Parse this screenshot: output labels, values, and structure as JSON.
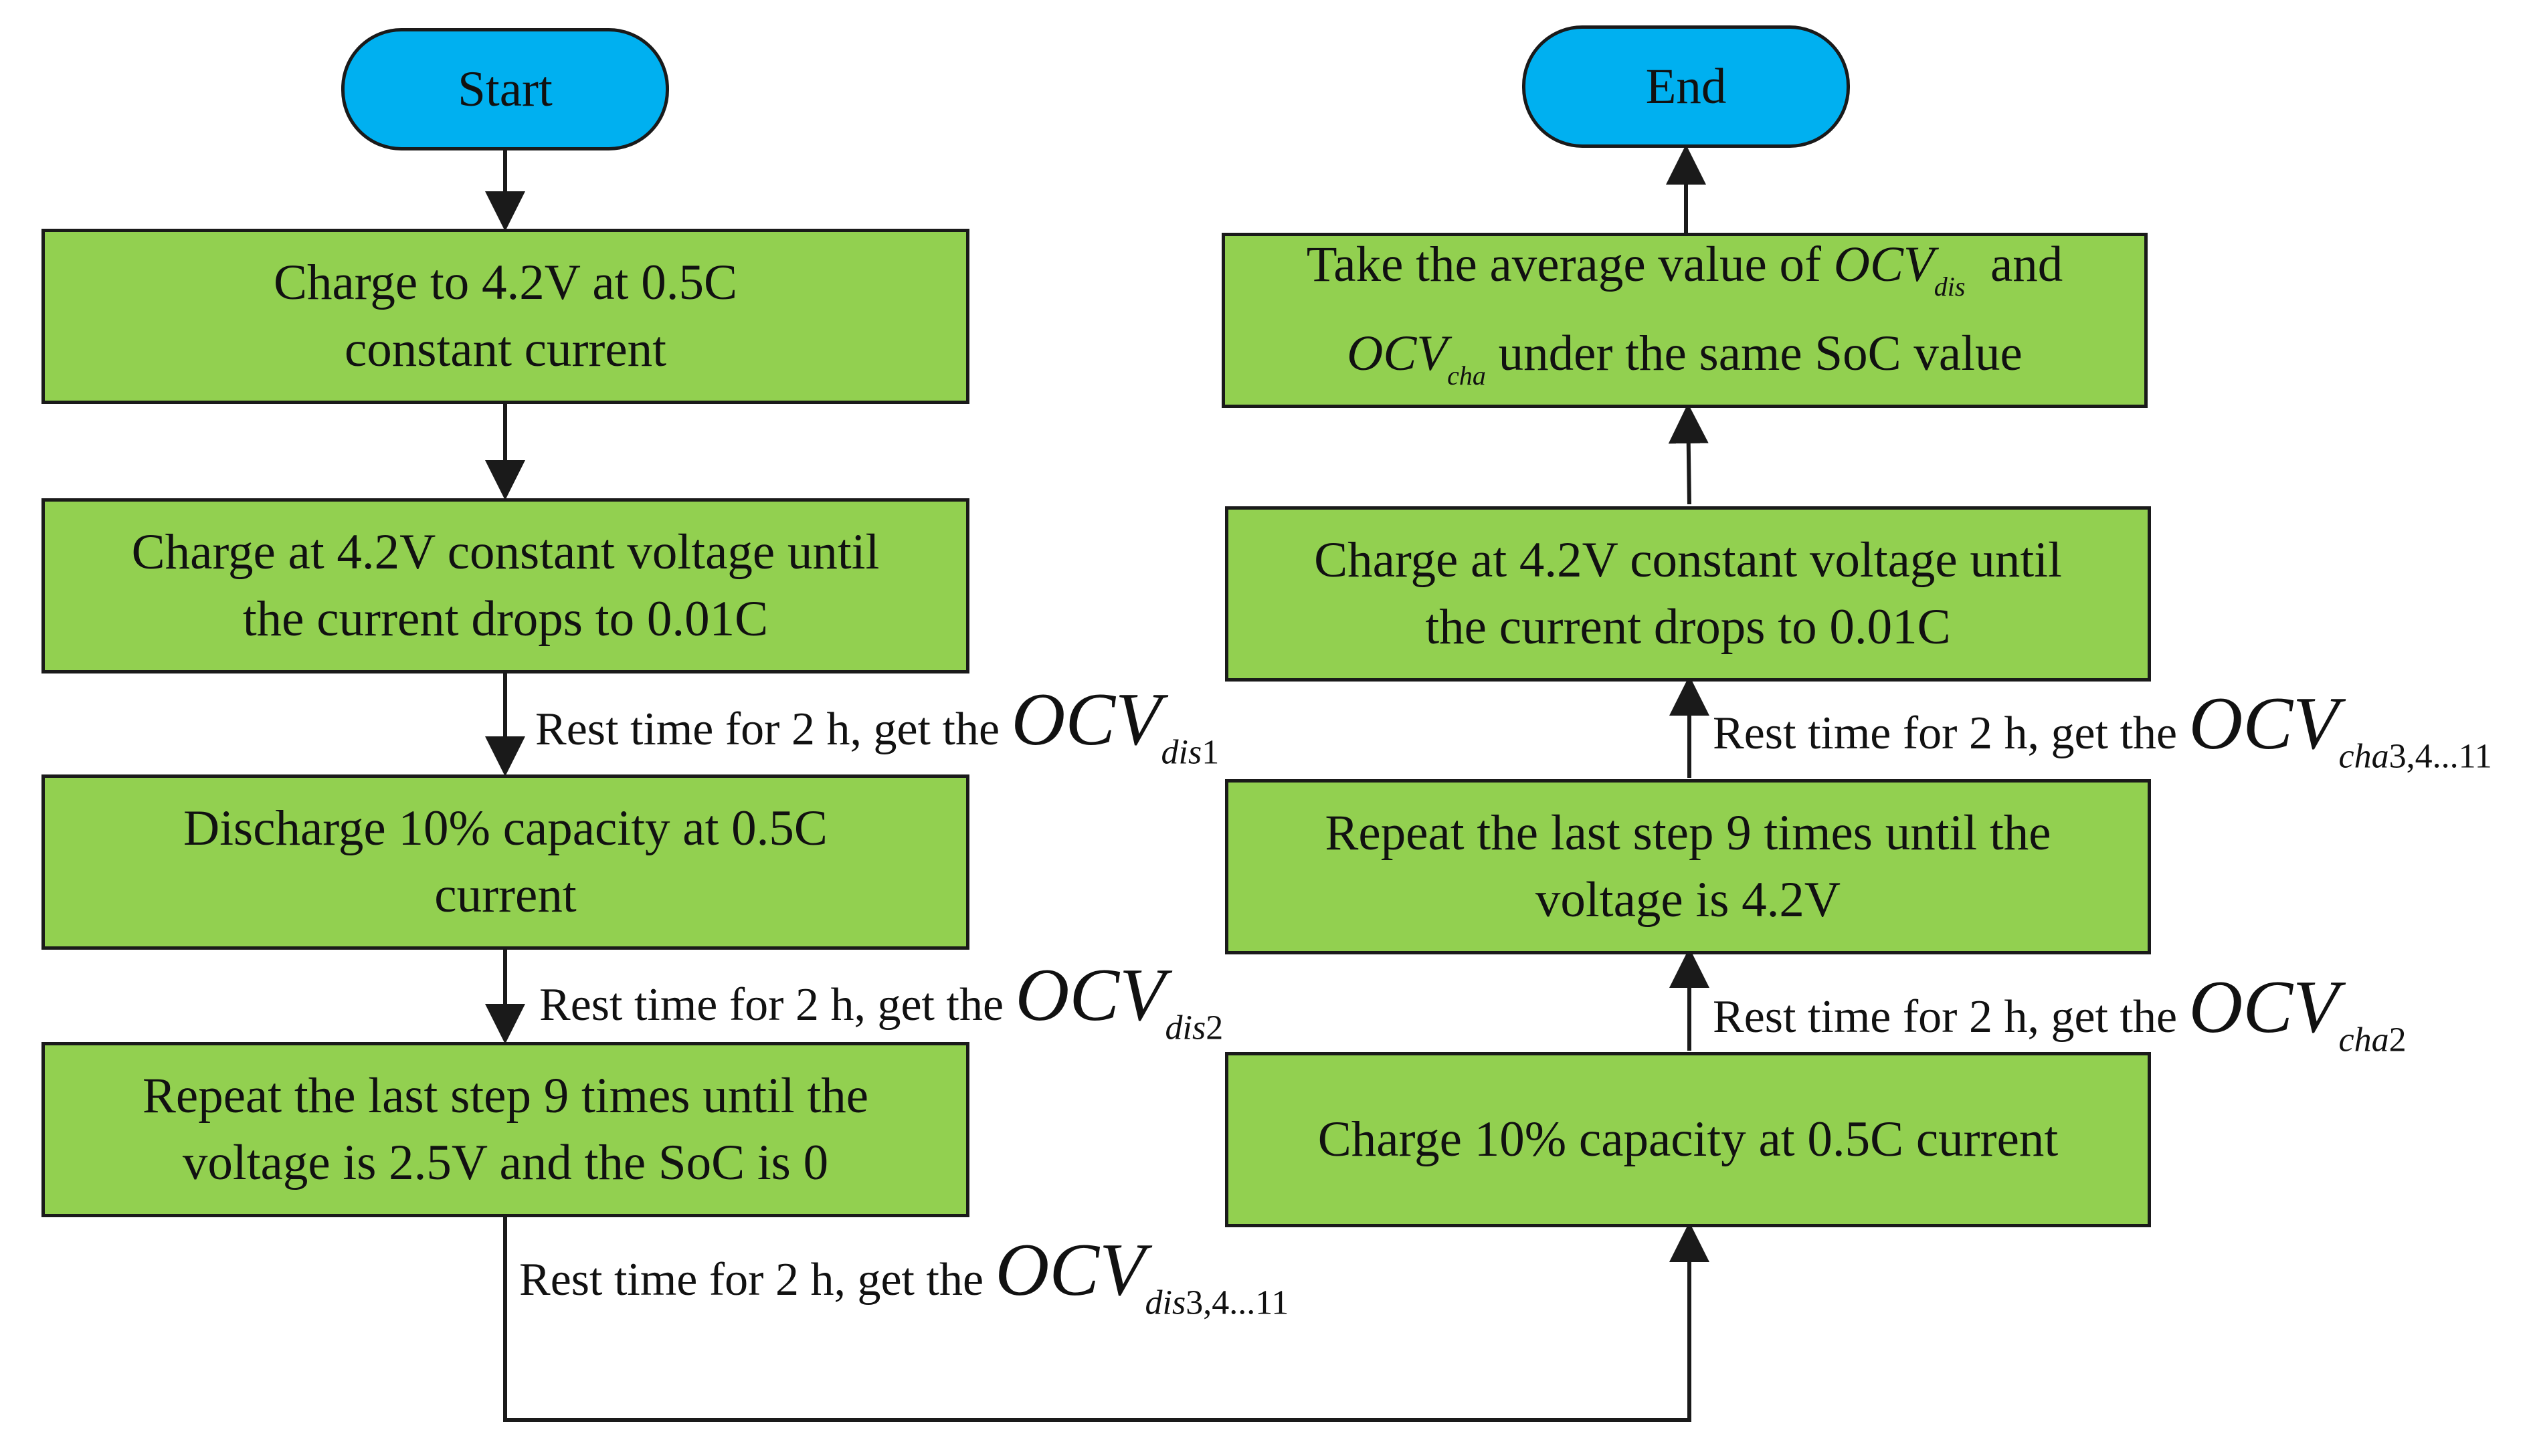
{
  "start": "Start",
  "end": "End",
  "left_steps": [
    {
      "line1": "Charge to 4.2V at 0.5C",
      "line2": "constant current"
    },
    {
      "line1": "Charge at 4.2V constant voltage until",
      "line2": "the current drops to 0.01C"
    },
    {
      "line1": "Discharge 10% capacity at 0.5C",
      "line2": "current"
    },
    {
      "line1": "Repeat the last step 9 times until the",
      "line2": "voltage is 2.5V and the SoC is 0"
    }
  ],
  "right_steps": {
    "average": {
      "pre": "Take the average value of",
      "ocv_dis": "OCV",
      "ocv_dis_sub": "dis",
      "and": "and",
      "ocv_cha": "OCV",
      "ocv_cha_sub": "cha",
      "post": "under the same SoC value"
    },
    "cv_charge": {
      "line1": "Charge at 4.2V constant voltage until",
      "line2": "the current drops to 0.01C"
    },
    "repeat": {
      "line1": "Repeat the last step 9 times until the",
      "line2": "voltage is 4.2V"
    },
    "charge10": {
      "line1": "Charge 10% capacity at 0.5C current"
    }
  },
  "rest_labels": [
    {
      "text": "Rest time for 2 h,   get the",
      "ocv": "OCV",
      "sub_italic": "dis",
      "sub_num": "1"
    },
    {
      "text": "Rest time for 2 h,   get the",
      "ocv": "OCV",
      "sub_italic": "dis",
      "sub_num": "2"
    },
    {
      "text": "Rest time for 2 h,   get the",
      "ocv": "OCV",
      "sub_italic": "dis",
      "sub_num": "3,4...11"
    },
    {
      "text": "Rest time for 2 h,   get the",
      "ocv": "OCV",
      "sub_italic": "cha",
      "sub_num": "3,4...11"
    },
    {
      "text": "Rest time for 2 h,   get the",
      "ocv": "OCV",
      "sub_italic": "cha",
      "sub_num": "2"
    }
  ],
  "colors": {
    "terminal": "#00b0f0",
    "process": "#92d050",
    "stroke": "#1a1a1a"
  }
}
